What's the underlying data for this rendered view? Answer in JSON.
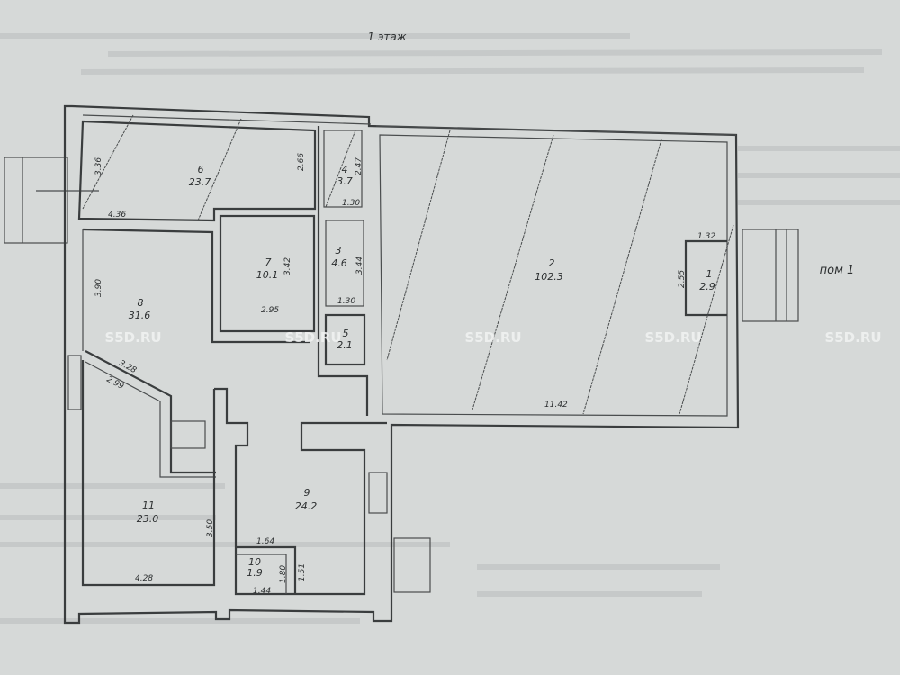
{
  "title": "1 этаж",
  "external_label": "пом 1",
  "watermark": "S5D.RU",
  "rooms": [
    {
      "number": "1",
      "area": "2.9"
    },
    {
      "number": "2",
      "area": "102.3"
    },
    {
      "number": "3",
      "area": "4.6"
    },
    {
      "number": "4",
      "area": "3.7"
    },
    {
      "number": "5",
      "area": "2.1"
    },
    {
      "number": "6",
      "area": "23.7"
    },
    {
      "number": "7",
      "area": "10.1"
    },
    {
      "number": "8",
      "area": "31.6"
    },
    {
      "number": "9",
      "area": "24.2"
    },
    {
      "number": "10",
      "area": "1.9"
    },
    {
      "number": "11",
      "area": "23.0"
    }
  ],
  "dimensions": [
    "3.36",
    "4.36",
    "2.66",
    "2.47",
    "1.30",
    "3.42",
    "2.95",
    "3.44",
    "1.30",
    "3.90",
    "3.28",
    "2.99",
    "3.50",
    "4.28",
    "1.64",
    "1.51",
    "1.80",
    "1.44",
    "1.32",
    "2.55",
    "11.42"
  ]
}
